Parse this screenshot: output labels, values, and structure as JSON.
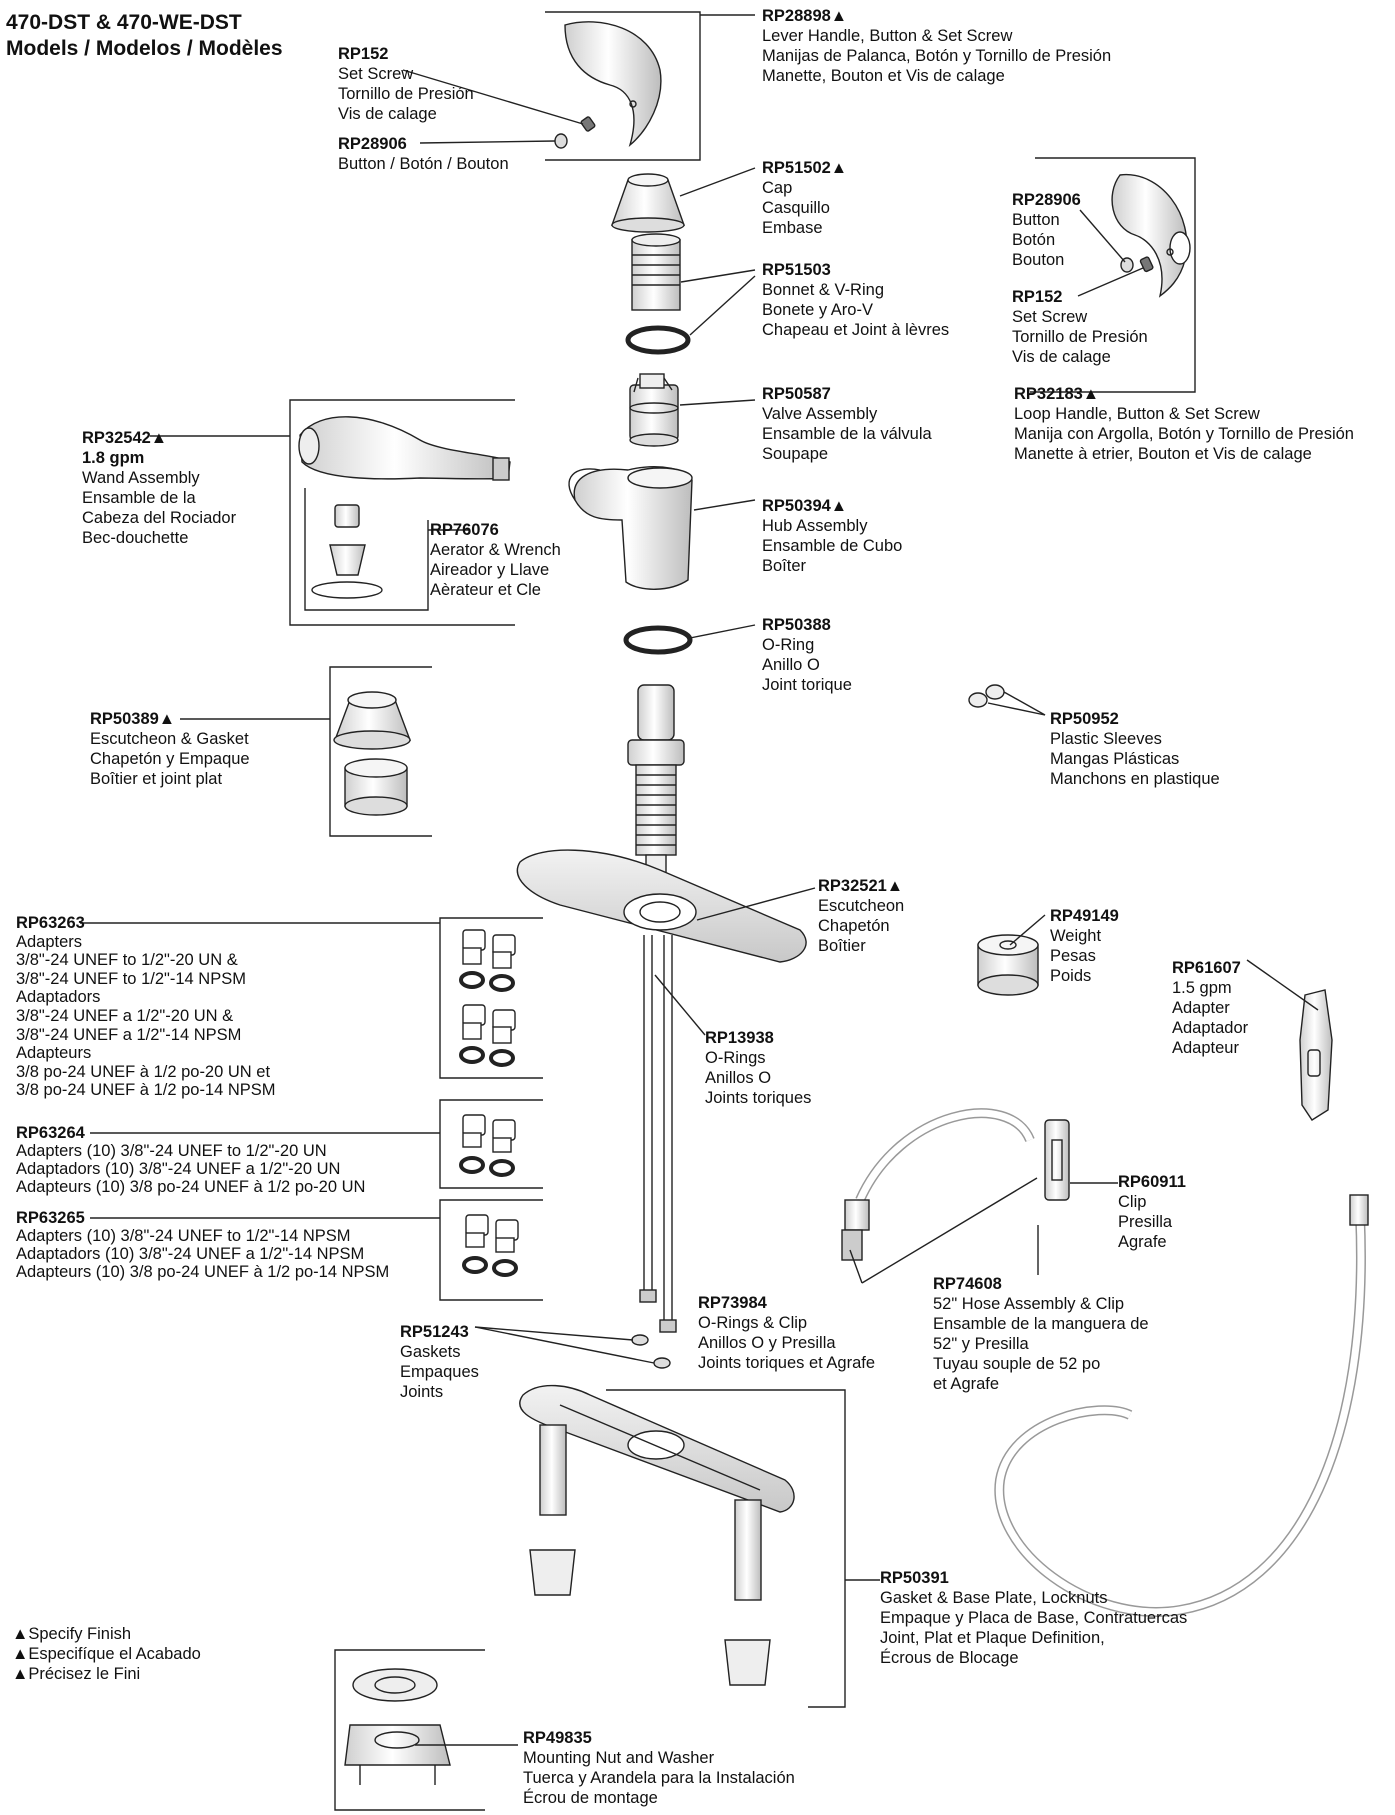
{
  "title": {
    "line1": "470-DST & 470-WE-DST",
    "line2": "Models / Modelos / Modèles"
  },
  "labels": {
    "rp152_top": {
      "part": "RP152",
      "lines": [
        "Set Screw",
        "Tornillo de Presión",
        "Vis de calage"
      ]
    },
    "rp28906_top": {
      "part": "RP28906",
      "lines": [
        "Button / Botón / Bouton"
      ]
    },
    "rp28898": {
      "part": "RP28898▲",
      "lines": [
        "Lever Handle, Button & Set Screw",
        "Manijas de Palanca, Botón y Tornillo de Presión",
        "Manette, Bouton et Vis de calage"
      ]
    },
    "rp51502": {
      "part": "RP51502▲",
      "lines": [
        "Cap",
        "Casquillo",
        "Embase"
      ]
    },
    "rp51503": {
      "part": "RP51503",
      "lines": [
        "Bonnet & V-Ring",
        "Bonete y Aro-V",
        "Chapeau et Joint à lèvres"
      ]
    },
    "rp28906_right": {
      "part": "RP28906",
      "lines": [
        "Button",
        "Botón",
        "Bouton"
      ]
    },
    "rp152_right": {
      "part": "RP152",
      "lines": [
        "Set Screw",
        "Tornillo de Presión",
        "Vis de calage"
      ]
    },
    "rp32183": {
      "part": "RP32183▲",
      "lines": [
        "Loop Handle, Button & Set Screw",
        "Manija con Argolla, Botón y Tornillo de Presión",
        "Manette à etrier, Bouton et Vis de calage"
      ]
    },
    "rp50587": {
      "part": "RP50587",
      "lines": [
        "Valve Assembly",
        "Ensamble de la válvula",
        "Soupape"
      ]
    },
    "rp32542": {
      "part": "RP32542▲",
      "lines": [
        "1.8 gpm",
        "Wand Assembly",
        "Ensamble de la",
        "Cabeza del Rociador",
        "Bec-douchette"
      ]
    },
    "rp76076": {
      "part": "RP76076",
      "lines": [
        "Aerator & Wrench",
        "Aireador y Llave",
        "Aèrateur et Cle"
      ]
    },
    "rp50394": {
      "part": "RP50394▲",
      "lines": [
        "Hub Assembly",
        "Ensamble de Cubo",
        "Boîter"
      ]
    },
    "rp50388": {
      "part": "RP50388",
      "lines": [
        "O-Ring",
        "Anillo O",
        "Joint torique"
      ]
    },
    "rp50389": {
      "part": "RP50389▲",
      "lines": [
        "Escutcheon & Gasket",
        "Chapetón y Empaque",
        "Boîtier et joint plat"
      ]
    },
    "rp50952": {
      "part": "RP50952",
      "lines": [
        "Plastic Sleeves",
        "Mangas Plásticas",
        "Manchons en plastique"
      ]
    },
    "rp32521": {
      "part": "RP32521▲",
      "lines": [
        "Escutcheon",
        "Chapetón",
        "Boîtier"
      ]
    },
    "rp49149": {
      "part": "RP49149",
      "lines": [
        "Weight",
        "Pesas",
        "Poids"
      ]
    },
    "rp61607": {
      "part": "RP61607",
      "lines": [
        "1.5 gpm",
        "Adapter",
        "Adaptador",
        "Adapteur"
      ]
    },
    "rp63263": {
      "part": "RP63263",
      "lines": [
        "Adapters",
        "3/8\"-24 UNEF to 1/2\"-20 UN &",
        "3/8\"-24 UNEF to 1/2\"-14 NPSM",
        "Adaptadors",
        "3/8\"-24 UNEF a 1/2\"-20 UN &",
        "3/8\"-24 UNEF a 1/2\"-14 NPSM",
        "Adapteurs",
        "3/8 po-24 UNEF à 1/2 po-20 UN et",
        "3/8 po-24 UNEF à 1/2 po-14 NPSM"
      ]
    },
    "rp13938": {
      "part": "RP13938",
      "lines": [
        "O-Rings",
        "Anillos O",
        "Joints toriques"
      ]
    },
    "rp63264": {
      "part": "RP63264",
      "lines": [
        "Adapters (10) 3/8\"-24 UNEF to 1/2\"-20 UN",
        "Adaptadors (10) 3/8\"-24 UNEF a 1/2\"-20 UN",
        "Adapteurs (10) 3/8 po-24 UNEF à 1/2 po-20 UN"
      ]
    },
    "rp60911": {
      "part": "RP60911",
      "lines": [
        "Clip",
        "Presilla",
        "Agrafe"
      ]
    },
    "rp63265": {
      "part": "RP63265",
      "lines": [
        "Adapters (10) 3/8\"-24 UNEF to 1/2\"-14 NPSM",
        "Adaptadors (10) 3/8\"-24 UNEF a 1/2\"-14 NPSM",
        "Adapteurs (10) 3/8 po-24 UNEF à 1/2 po-14 NPSM"
      ]
    },
    "rp74608": {
      "part": "RP74608",
      "lines": [
        "52\" Hose Assembly & Clip",
        "Ensamble de la manguera de",
        "52\" y Presilla",
        "Tuyau souple de 52 po",
        "et Agrafe"
      ]
    },
    "rp73984": {
      "part": "RP73984",
      "lines": [
        "O-Rings & Clip",
        "Anillos O y Presilla",
        "Joints toriques et Agrafe"
      ]
    },
    "rp51243": {
      "part": "RP51243",
      "lines": [
        "Gaskets",
        "Empaques",
        "Joints"
      ]
    },
    "rp50391": {
      "part": "RP50391",
      "lines": [
        "Gasket & Base Plate, Locknuts",
        "Empaque y Placa de Base, Contratuercas",
        "Joint, Plat et Plaque Definition,",
        "Écrous de Blocage"
      ]
    },
    "legend": {
      "part": "",
      "lines": [
        "▲Specify Finish",
        "▲Especifíque el Acabado",
        "▲Précisez le Fini"
      ]
    },
    "rp49835": {
      "part": "RP49835",
      "lines": [
        "Mounting Nut and Washer",
        "Tuerca y Arandela para la Instalación",
        "Écrou de montage"
      ]
    }
  }
}
